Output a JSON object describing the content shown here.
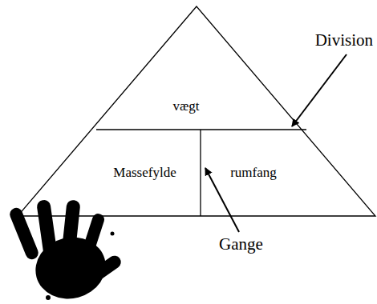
{
  "diagram": {
    "nodes": [
      {
        "text": [
          "vægt"
        ]
      },
      {
        "text": [
          "Massefylde"
        ]
      },
      {
        "text": [
          "rumfang"
        ]
      }
    ],
    "labels": [
      "Division",
      "Gange"
    ]
  }
}
